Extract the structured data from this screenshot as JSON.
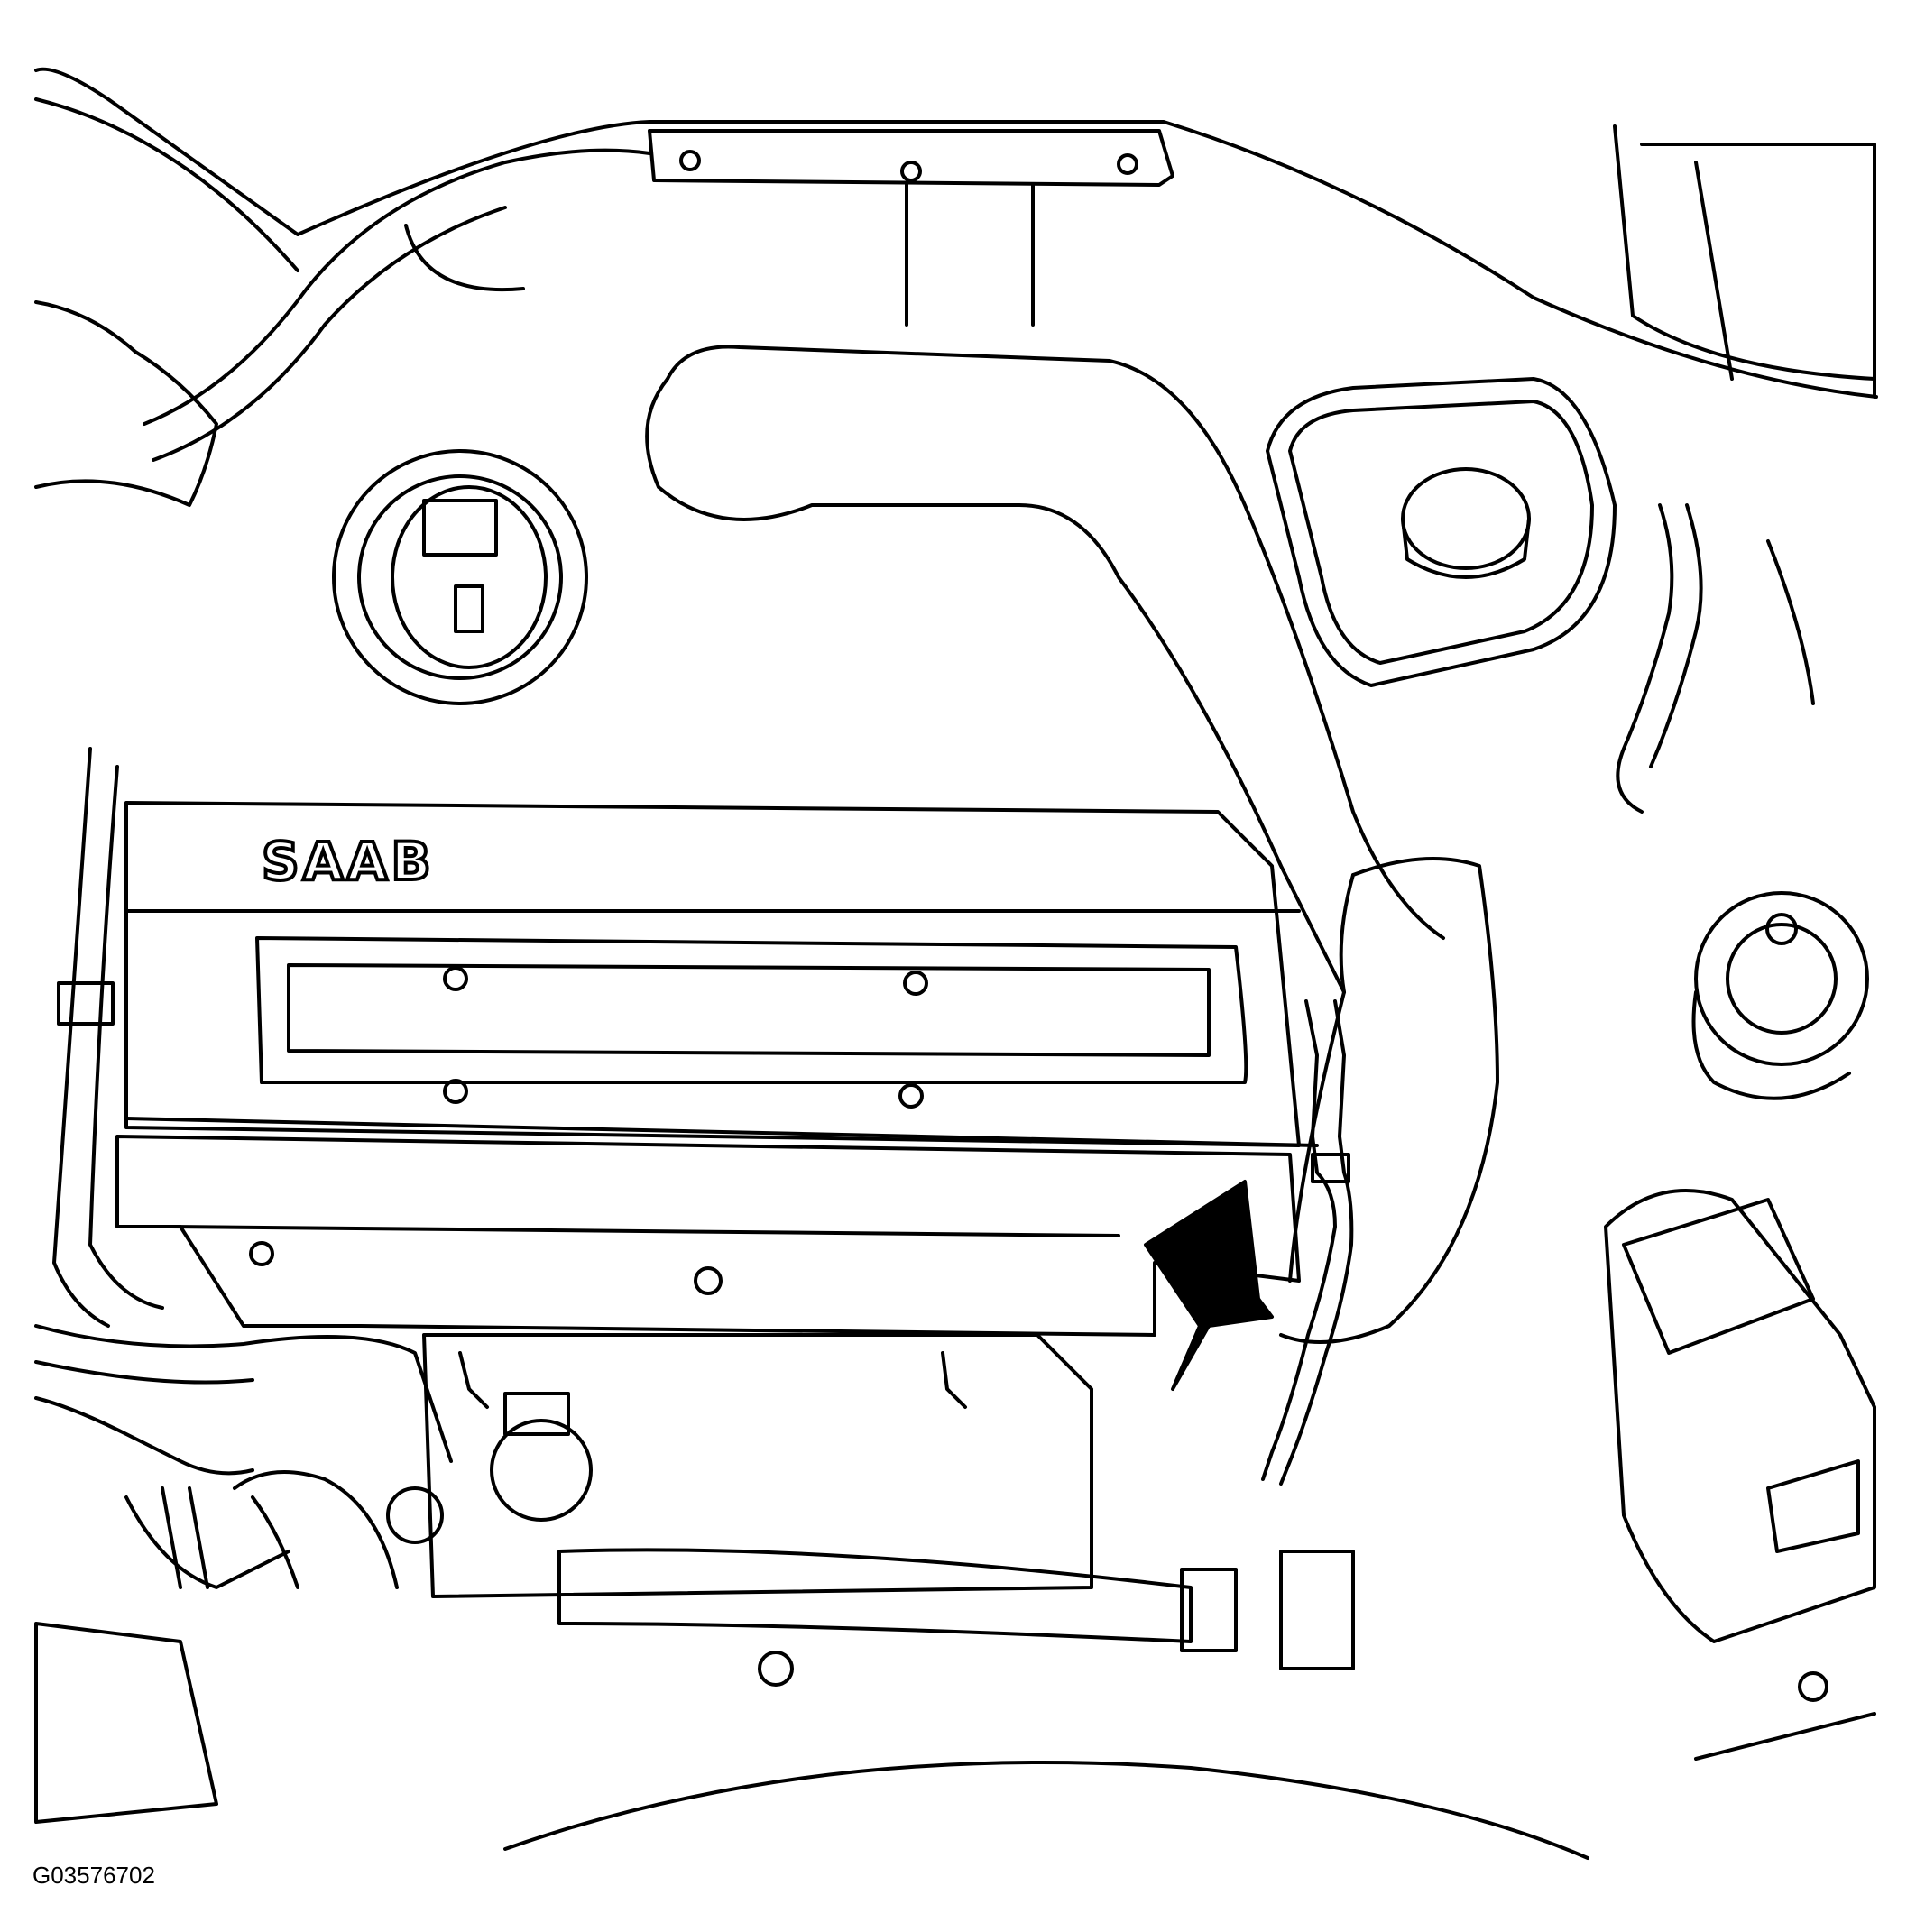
{
  "figure": {
    "engine_logo": "SAAB",
    "figure_id": "G03576702",
    "pointer_arrow": "arrow-indicator",
    "line_color": "#000000",
    "background_color": "#ffffff"
  }
}
